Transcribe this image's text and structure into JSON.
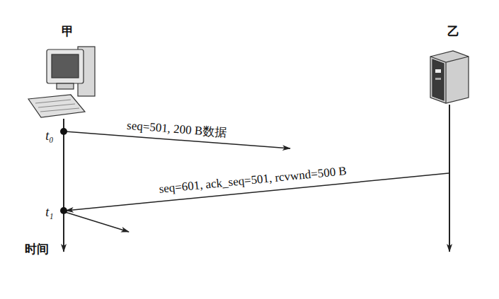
{
  "diagram": {
    "labels": [
      "甲",
      "乙",
      "seq=501, 200 B数据",
      "seq=601, ack_seq=501, rcvwnd=500 B",
      "t₀",
      "t₁",
      "时间"
    ]
  }
}
